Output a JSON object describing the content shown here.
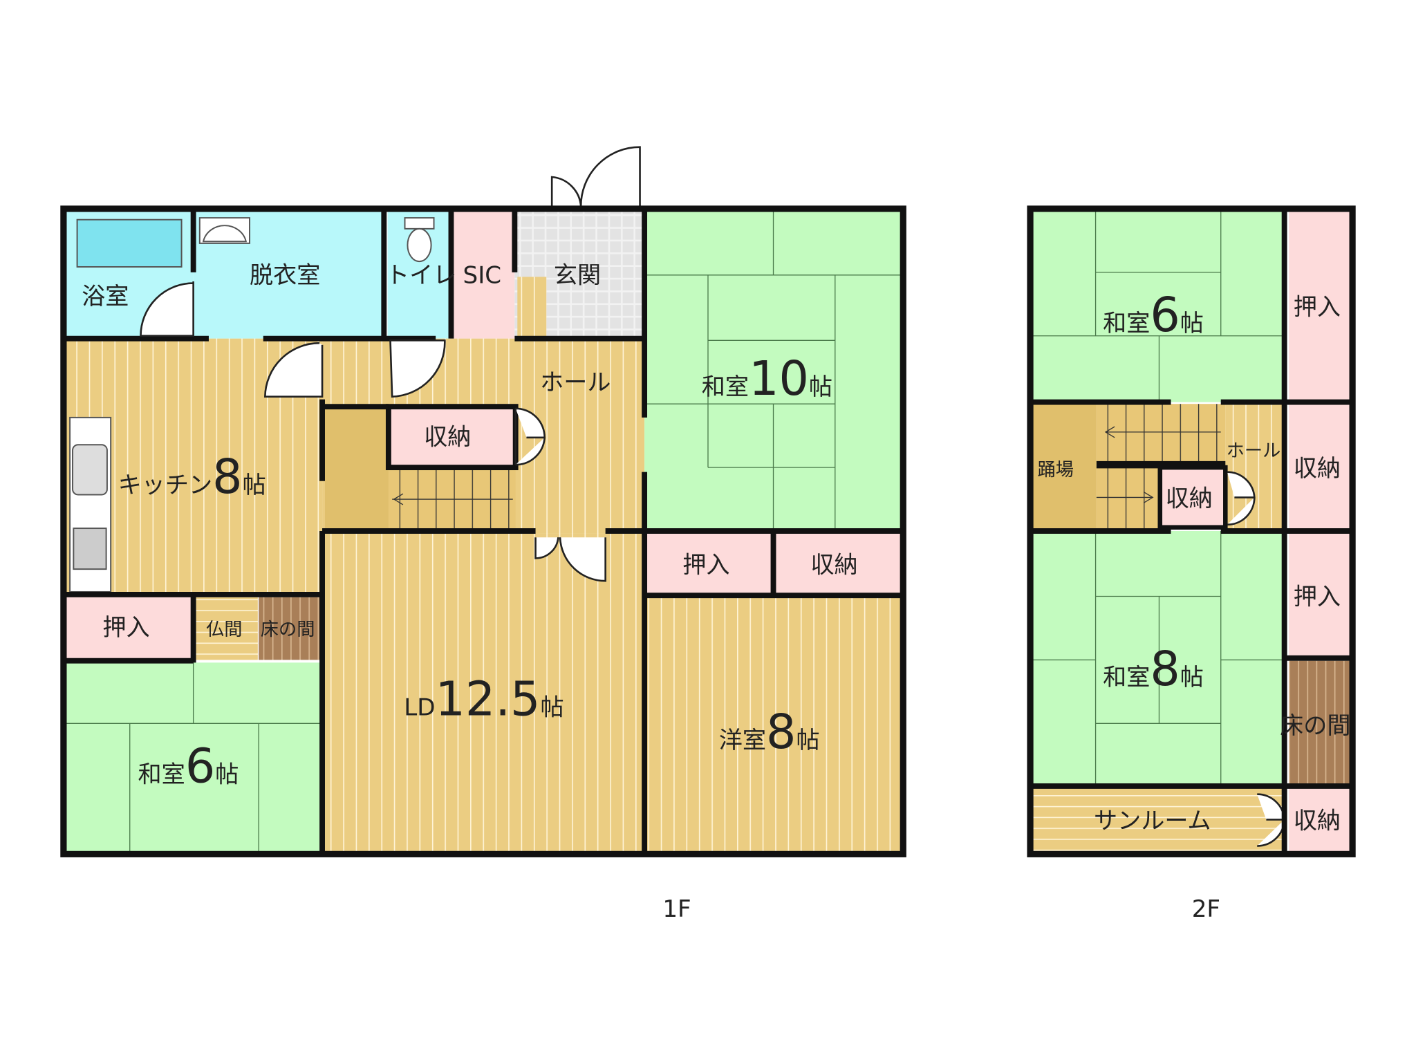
{
  "floor_1": {
    "label": "1F",
    "rooms": {
      "bath": "浴室",
      "dressing": "脱衣室",
      "toilet": "トイレ",
      "sic": "SIC",
      "entrance": "玄関",
      "hall": "ホール",
      "hall_storage": "収納",
      "kitchen": {
        "name": "キッチン",
        "size": "8",
        "unit": "帖"
      },
      "japanese_10": {
        "name": "和室",
        "size": "10",
        "unit": "帖"
      },
      "closet_oshiire": "押入",
      "storage": "収納",
      "western_8": {
        "name": "洋室",
        "size": "8",
        "unit": "帖"
      },
      "ld": {
        "name": "LD",
        "size": "12.5",
        "unit": "帖"
      },
      "closet_left": "押入",
      "butsuma": "仏間",
      "tokonoma": "床の間",
      "japanese_6": {
        "name": "和室",
        "size": "6",
        "unit": "帖"
      }
    }
  },
  "floor_2": {
    "label": "2F",
    "rooms": {
      "japanese_6": {
        "name": "和室",
        "size": "6",
        "unit": "帖"
      },
      "closet_top": "押入",
      "landing": "踊場",
      "hall": "ホール",
      "storage_mid": "収納",
      "storage_right": "収納",
      "closet_mid": "押入",
      "japanese_8": {
        "name": "和室",
        "size": "8",
        "unit": "帖"
      },
      "tokonoma": "床の間",
      "sunroom": "サンルーム",
      "storage_bottom": "収納"
    }
  },
  "colors": {
    "tatami": "#c3fbbf",
    "wet": "#b8f8fa",
    "storage": "#fddbdb",
    "wood": "#ebcd82",
    "wood_dark": "#e0bf6c",
    "tokonoma": "#a97f58",
    "tile": "#e6e6e6"
  }
}
